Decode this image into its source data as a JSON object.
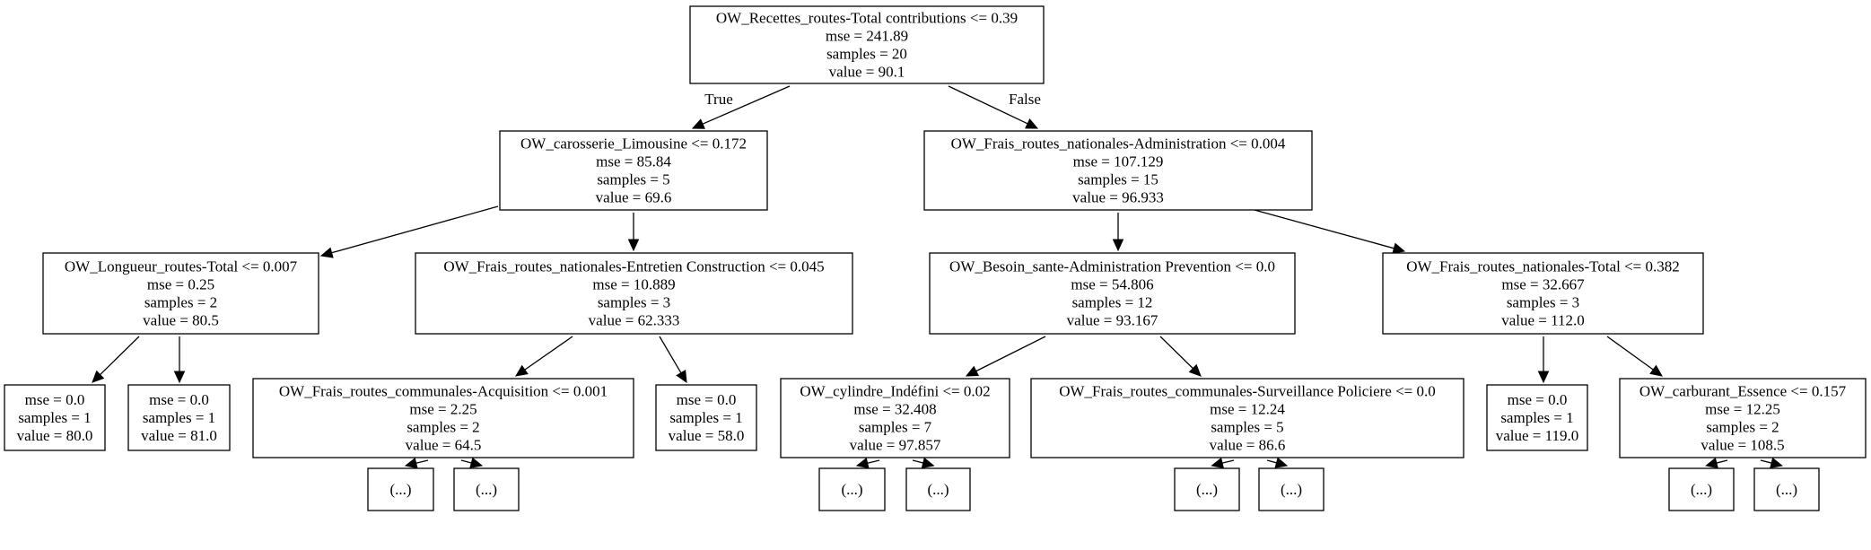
{
  "tree": {
    "nodes": [
      {
        "id": "n0",
        "lines": [
          "OW_Recettes_routes-Total contributions <= 0.39",
          "mse = 241.89",
          "samples = 20",
          "value = 90.1"
        ]
      },
      {
        "id": "n1",
        "lines": [
          "OW_carosserie_Limousine <= 0.172",
          "mse = 85.84",
          "samples = 5",
          "value = 69.6"
        ]
      },
      {
        "id": "n2",
        "lines": [
          "OW_Frais_routes_nationales-Administration <= 0.004",
          "mse = 107.129",
          "samples = 15",
          "value = 96.933"
        ]
      },
      {
        "id": "n3",
        "lines": [
          "OW_Longueur_routes-Total <= 0.007",
          "mse = 0.25",
          "samples = 2",
          "value = 80.5"
        ]
      },
      {
        "id": "n4",
        "lines": [
          "OW_Frais_routes_nationales-Entretien Construction <= 0.045",
          "mse = 10.889",
          "samples = 3",
          "value = 62.333"
        ]
      },
      {
        "id": "n5",
        "lines": [
          "OW_Besoin_sante-Administration Prevention <= 0.0",
          "mse = 54.806",
          "samples = 12",
          "value = 93.167"
        ]
      },
      {
        "id": "n6",
        "lines": [
          "OW_Frais_routes_nationales-Total <= 0.382",
          "mse = 32.667",
          "samples = 3",
          "value = 112.0"
        ]
      },
      {
        "id": "n7",
        "lines": [
          "mse = 0.0",
          "samples = 1",
          "value = 80.0"
        ]
      },
      {
        "id": "n8",
        "lines": [
          "mse = 0.0",
          "samples = 1",
          "value = 81.0"
        ]
      },
      {
        "id": "n9",
        "lines": [
          "OW_Frais_routes_communales-Acquisition <= 0.001",
          "mse = 2.25",
          "samples = 2",
          "value = 64.5"
        ]
      },
      {
        "id": "n10",
        "lines": [
          "mse = 0.0",
          "samples = 1",
          "value = 58.0"
        ]
      },
      {
        "id": "n11",
        "lines": [
          "OW_cylindre_Indéfini <= 0.02",
          "mse = 32.408",
          "samples = 7",
          "value = 97.857"
        ]
      },
      {
        "id": "n12",
        "lines": [
          "OW_Frais_routes_communales-Surveillance Policiere <= 0.0",
          "mse = 12.24",
          "samples = 5",
          "value = 86.6"
        ]
      },
      {
        "id": "n13",
        "lines": [
          "mse = 0.0",
          "samples = 1",
          "value = 119.0"
        ]
      },
      {
        "id": "n14",
        "lines": [
          "OW_carburant_Essence <= 0.157",
          "mse = 12.25",
          "samples = 2",
          "value = 108.5"
        ]
      },
      {
        "id": "e1",
        "lines": [
          "(...)"
        ]
      },
      {
        "id": "e2",
        "lines": [
          "(...)"
        ]
      },
      {
        "id": "e3",
        "lines": [
          "(...)"
        ]
      },
      {
        "id": "e4",
        "lines": [
          "(...)"
        ]
      },
      {
        "id": "e5",
        "lines": [
          "(...)"
        ]
      },
      {
        "id": "e6",
        "lines": [
          "(...)"
        ]
      },
      {
        "id": "e7",
        "lines": [
          "(...)"
        ]
      },
      {
        "id": "e8",
        "lines": [
          "(...)"
        ]
      }
    ],
    "edges": [
      {
        "from": "n0",
        "to": "n1",
        "label": "True"
      },
      {
        "from": "n0",
        "to": "n2",
        "label": "False"
      },
      {
        "from": "n1",
        "to": "n3"
      },
      {
        "from": "n1",
        "to": "n4"
      },
      {
        "from": "n2",
        "to": "n5"
      },
      {
        "from": "n2",
        "to": "n6"
      },
      {
        "from": "n3",
        "to": "n7"
      },
      {
        "from": "n3",
        "to": "n8"
      },
      {
        "from": "n4",
        "to": "n9"
      },
      {
        "from": "n4",
        "to": "n10"
      },
      {
        "from": "n5",
        "to": "n11"
      },
      {
        "from": "n5",
        "to": "n12"
      },
      {
        "from": "n6",
        "to": "n13"
      },
      {
        "from": "n6",
        "to": "n14"
      },
      {
        "from": "n9",
        "to": "e1"
      },
      {
        "from": "n9",
        "to": "e2"
      },
      {
        "from": "n11",
        "to": "e3"
      },
      {
        "from": "n11",
        "to": "e4"
      },
      {
        "from": "n12",
        "to": "e5"
      },
      {
        "from": "n12",
        "to": "e6"
      },
      {
        "from": "n14",
        "to": "e7"
      },
      {
        "from": "n14",
        "to": "e8"
      }
    ]
  }
}
